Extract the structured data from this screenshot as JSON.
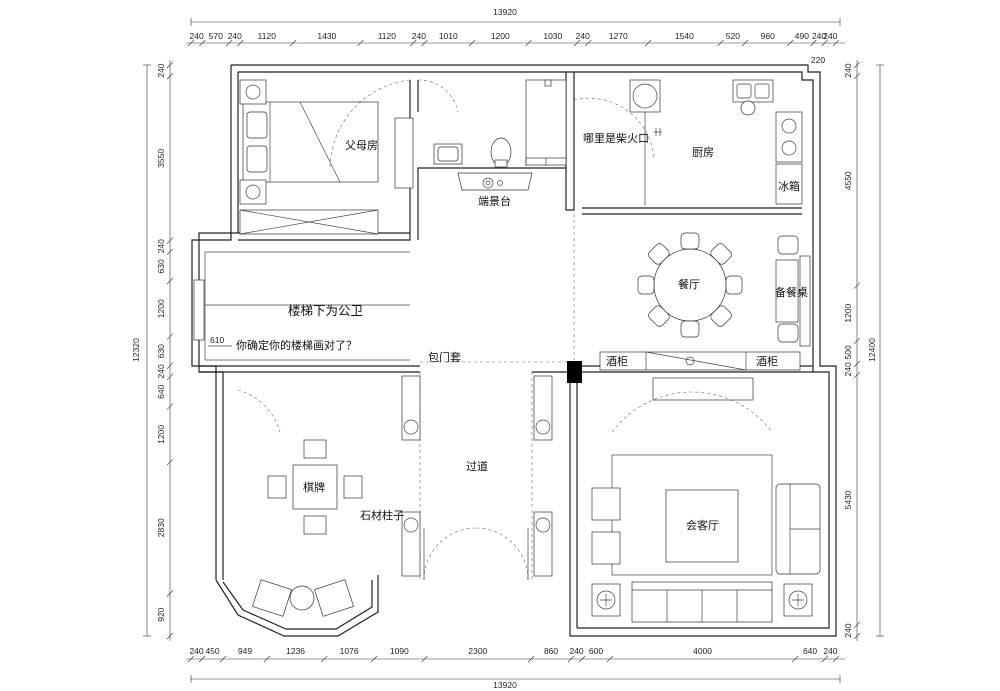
{
  "dims": {
    "top_total": "13920",
    "bottom_total": "13920",
    "top": [
      "240",
      "570",
      "240",
      "1120",
      "1430",
      "1120",
      "240",
      "1010",
      "1200",
      "1030",
      "240",
      "1270",
      "1540",
      "520",
      "960",
      "490",
      "240",
      "240"
    ],
    "top_extra": "220",
    "bottom": [
      "240",
      "450",
      "949",
      "1236",
      "1076",
      "1090",
      "2300",
      "860",
      "240",
      "600",
      "4000",
      "640",
      "240"
    ],
    "left_total": "12320",
    "left": [
      "240",
      "3550",
      "240",
      "630",
      "1200",
      "630",
      "240",
      "640",
      "1200",
      "2830",
      "920"
    ],
    "right_total": "12400",
    "right": [
      "240",
      "4550",
      "1200",
      "500",
      "240",
      "5430",
      "240"
    ],
    "room_610": "610"
  },
  "rooms": {
    "parents": "父母房",
    "kitchen": "厨房",
    "stove_note": "哪里是柴火口",
    "fridge": "冰箱",
    "altar": "端景台",
    "stairs_note": "楼梯下为公卫",
    "stairs_question": "你确定你的楼梯画对了？",
    "dining": "餐厅",
    "sideboard": "备餐桌",
    "door_casing": "包门套",
    "wine1": "酒柜",
    "wine2": "酒柜",
    "corridor": "过道",
    "chess": "棋牌",
    "stone_column": "石材柱子",
    "living": "会客厅"
  }
}
